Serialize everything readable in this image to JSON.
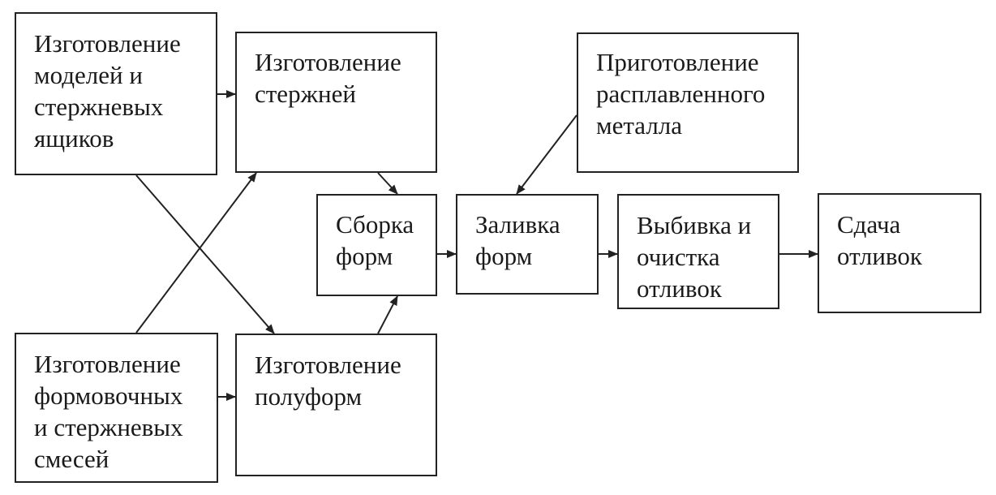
{
  "nodes": {
    "models": {
      "lines": [
        "Изготовление",
        "моделей и",
        "стержневых",
        "ящиков"
      ]
    },
    "cores": {
      "lines": [
        "Изготовление",
        "стержней"
      ]
    },
    "metal": {
      "lines": [
        "Приготовление",
        "расплавленного",
        "металла"
      ]
    },
    "assembly": {
      "lines": [
        "Сборка",
        "форм"
      ]
    },
    "pour": {
      "lines": [
        "Заливка",
        "форм"
      ]
    },
    "knockout": {
      "lines": [
        "Выбивка и",
        "очистка",
        "отливок"
      ]
    },
    "delivery": {
      "lines": [
        "Сдача",
        "отливок"
      ]
    },
    "mixtures": {
      "lines": [
        "Изготовление",
        "формовочных",
        "и стержневых",
        "смесей"
      ]
    },
    "halfmold": {
      "lines": [
        "Изготовление",
        "полуформ"
      ]
    }
  },
  "edges": [
    {
      "from": "models",
      "to": "cores"
    },
    {
      "from": "models",
      "to": "halfmold"
    },
    {
      "from": "mixtures",
      "to": "cores"
    },
    {
      "from": "mixtures",
      "to": "halfmold"
    },
    {
      "from": "cores",
      "to": "assembly"
    },
    {
      "from": "halfmold",
      "to": "assembly"
    },
    {
      "from": "assembly",
      "to": "pour"
    },
    {
      "from": "metal",
      "to": "pour"
    },
    {
      "from": "pour",
      "to": "knockout"
    },
    {
      "from": "knockout",
      "to": "delivery"
    }
  ]
}
